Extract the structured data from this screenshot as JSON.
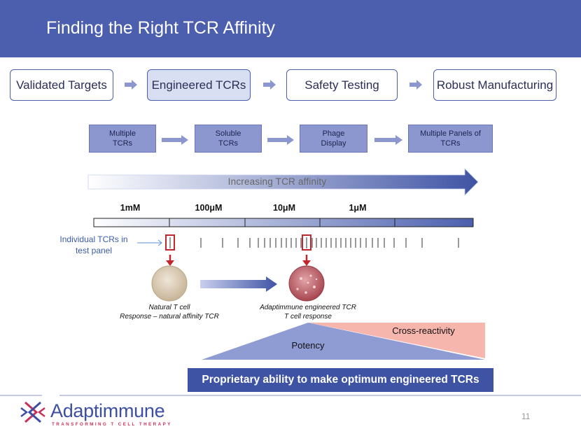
{
  "title": "Finding the Right TCR Affinity",
  "steps": [
    {
      "label": "Validated Targets"
    },
    {
      "label": "Engineered TCRs"
    },
    {
      "label": "Safety Testing"
    },
    {
      "label": "Robust Manufacturing"
    }
  ],
  "substeps": [
    {
      "line1": "Multiple",
      "line2": "TCRs"
    },
    {
      "line1": "Soluble",
      "line2": "TCRs"
    },
    {
      "line1": "Phage",
      "line2": "Display"
    },
    {
      "line1": "Multiple Panels of",
      "line2": "TCRs"
    }
  ],
  "affinity_label": "Increasing TCR affinity",
  "concentrations": [
    "1mM",
    "100μM",
    "10μM",
    "1μM"
  ],
  "individual_label": {
    "line1": "Individual TCRs in",
    "line2": "test panel"
  },
  "natural_caption": {
    "line1": "Natural T cell",
    "line2": "Response – natural affinity TCR"
  },
  "engineered_caption": {
    "line1": "Adaptimmune engineered TCR",
    "line2": "T cell response"
  },
  "cross_reactivity": "Cross-reactivity",
  "potency": "Potency",
  "banner": "Proprietary ability to make optimum engineered TCRs",
  "logo": {
    "name": "Adaptimmune",
    "tagline": "TRANSFORMING T CELL THERAPY"
  },
  "page_number": "11",
  "colors": {
    "header": "#4b5fae",
    "accent": "#3f53a4",
    "highlight": "#c0262c",
    "cross": "#f6b5ad"
  }
}
